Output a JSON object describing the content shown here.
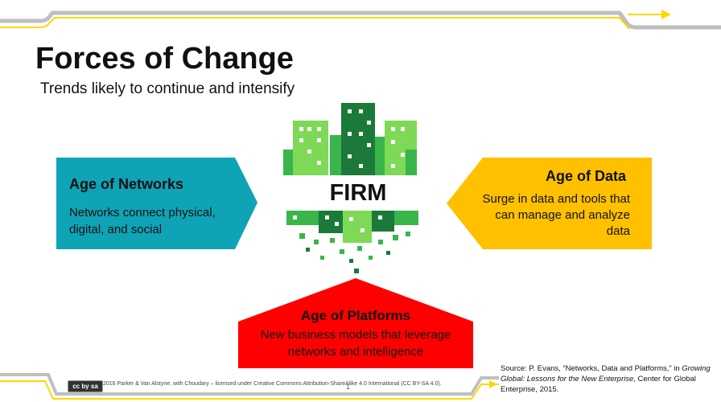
{
  "slide": {
    "title": "Forces of Change",
    "subtitle": "Trends likely to continue and intensify",
    "page_number": "1"
  },
  "networks": {
    "title": "Age of Networks",
    "body": "Networks connect physical, digital, and social",
    "color": "#0fa3b6"
  },
  "data": {
    "title": "Age of Data",
    "body": "Surge in data and tools that can manage and analyze data",
    "color": "#ffc000"
  },
  "platforms": {
    "title": "Age of Platforms",
    "body": "New business models that leverage networks and intelligence",
    "color": "#ff0000"
  },
  "center": {
    "label": "FIRM",
    "icon": "city-buildings-icon",
    "colors": [
      "#7ed957",
      "#39b54a",
      "#1b7a3a"
    ]
  },
  "footer": {
    "license_badge": "cc by sa",
    "credit": "2016 Parker & Van Alstyne, with Choudary – licensed under Creative Commons Attribution-ShareAlike 4.0 International (CC BY-SA 4.0).",
    "source_prefix": "Source: P. Evans, “Networks, Data and Platforms,” in ",
    "source_book": "Growing Global: Lessons for the New Enterprise",
    "source_suffix": ", Center for Global Enterprise, 2015."
  },
  "decoration": {
    "line_color": "#bfbfbf",
    "accent_color": "#ffd700"
  }
}
